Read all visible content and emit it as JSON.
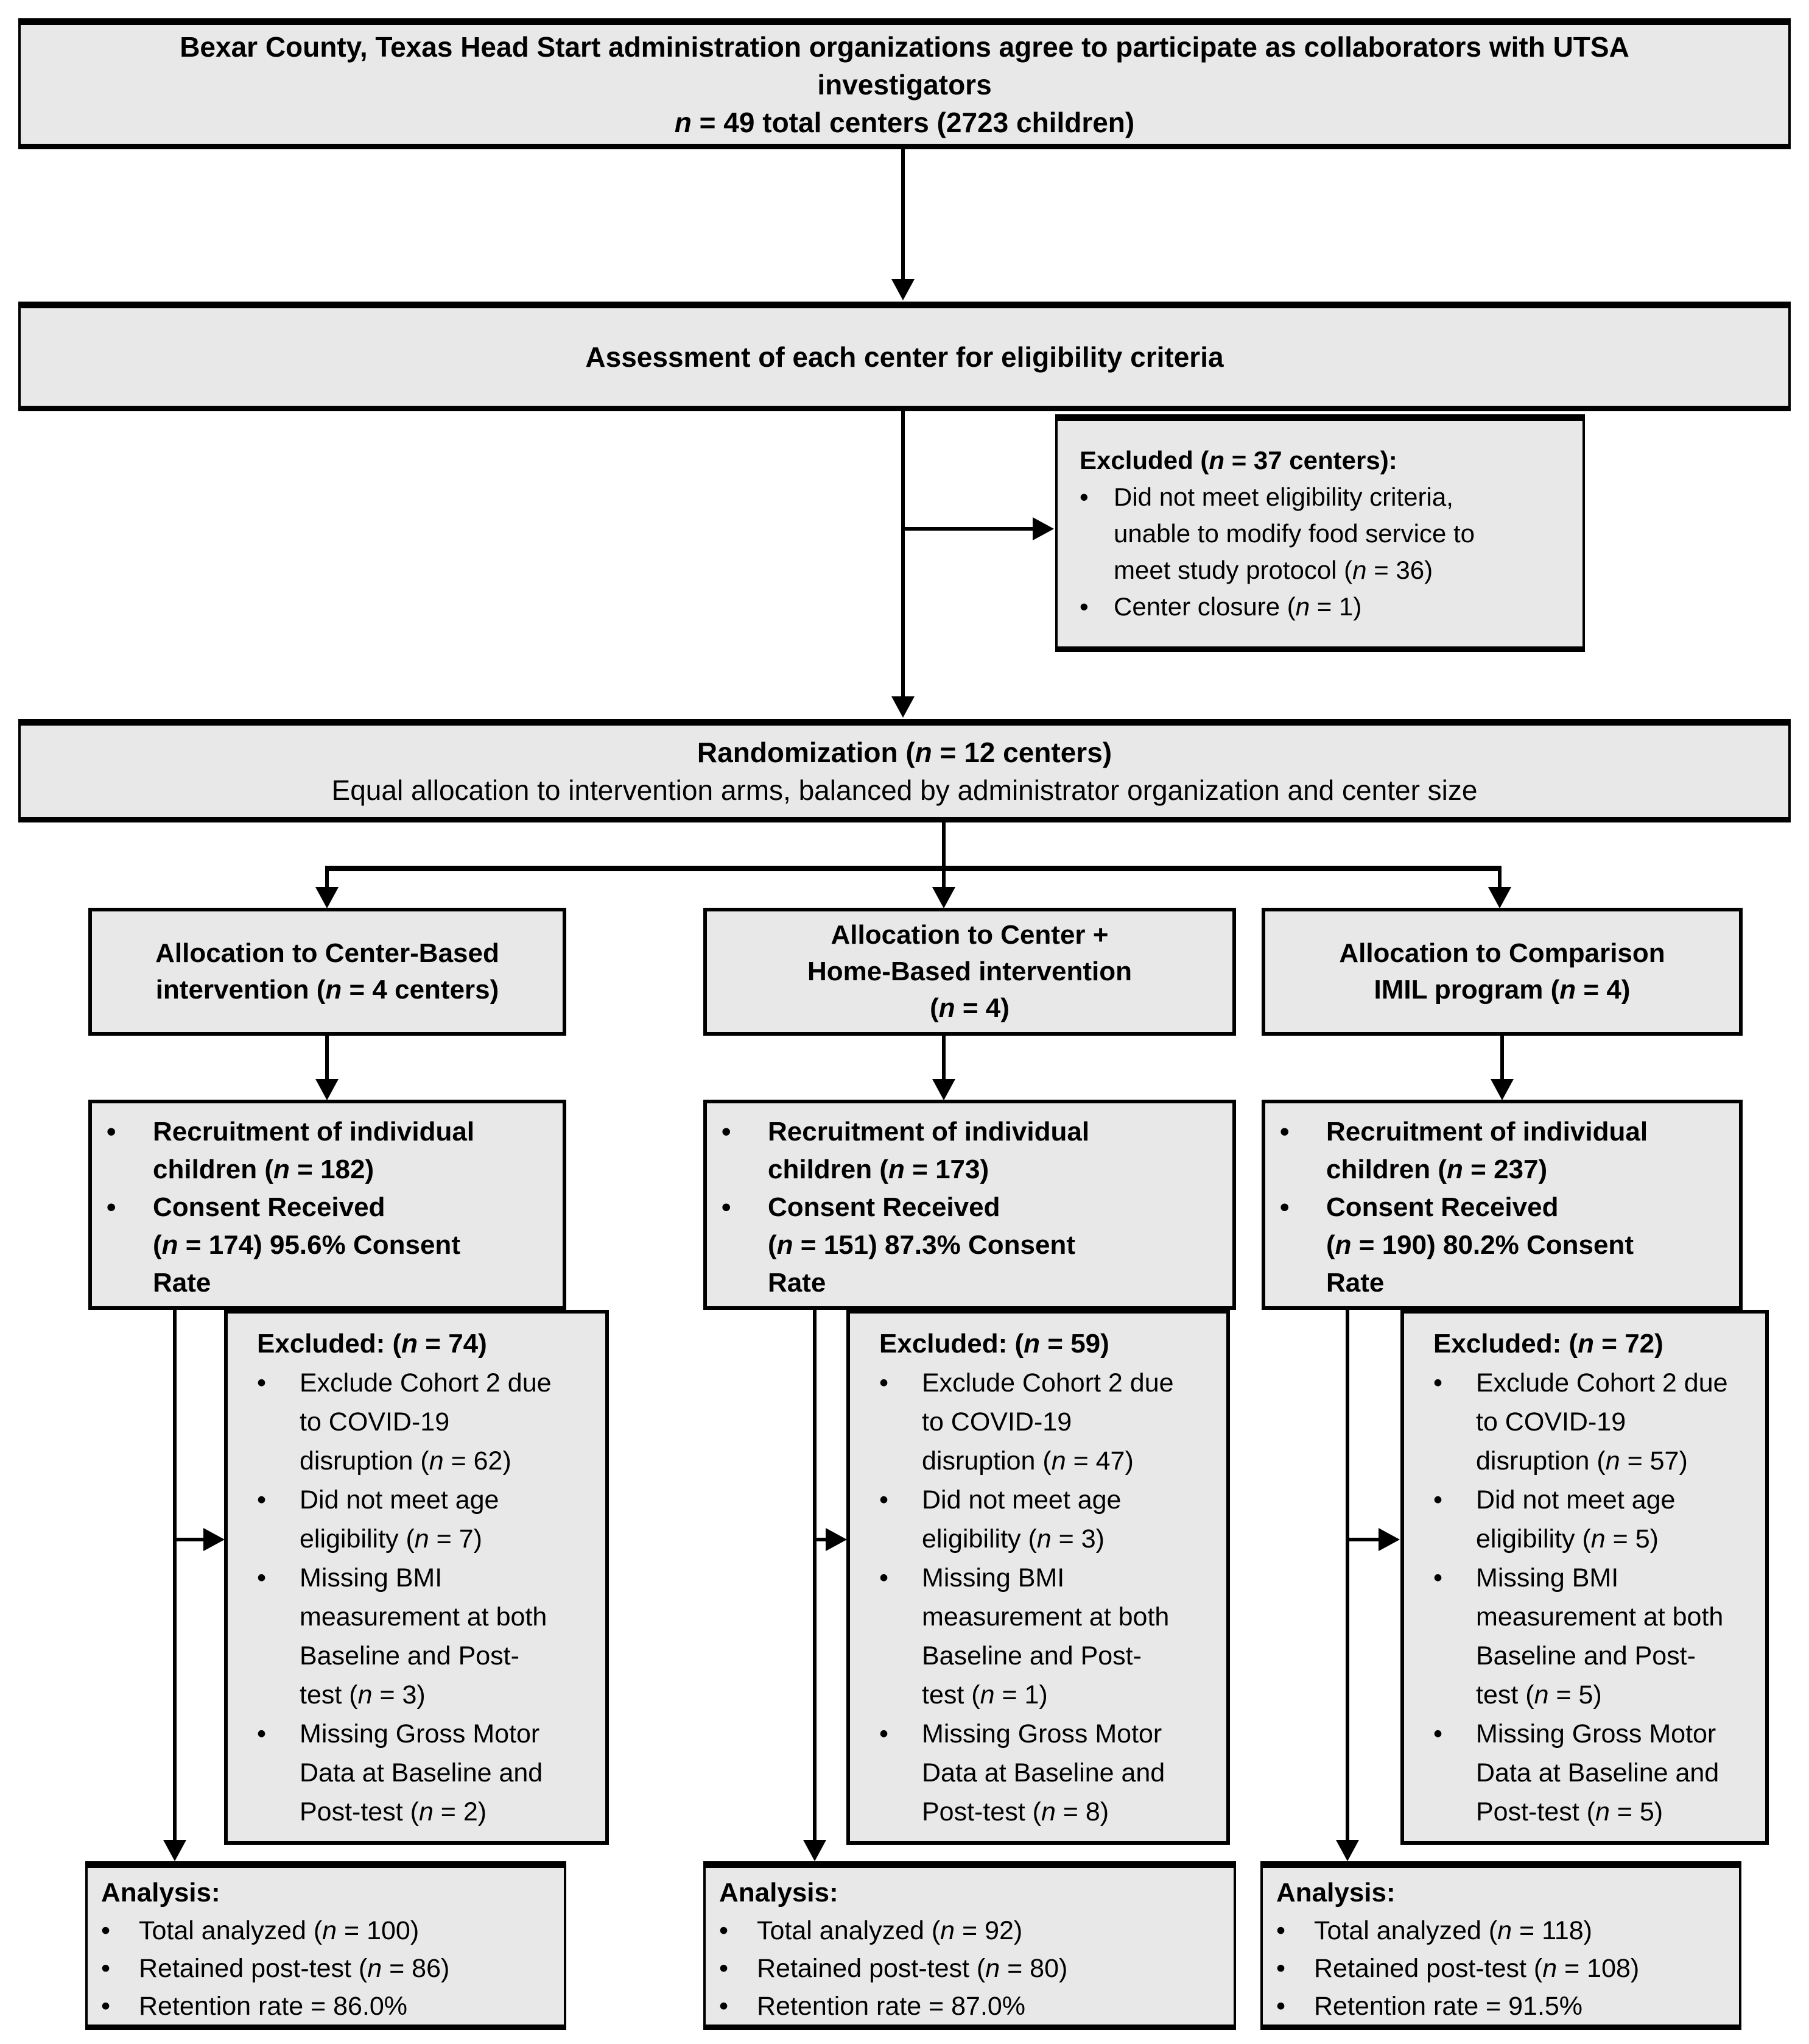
{
  "bullet_char": "•",
  "colors": {
    "box_fill": "#e8e8e8",
    "border": "#000000",
    "background": "#ffffff",
    "text": "#000000"
  },
  "top_box": {
    "line1": "Bexar County, Texas Head Start administration organizations agree to participate as collaborators with UTSA\ninvestigators",
    "line2": "n = 49 total centers (2723 children)"
  },
  "assessment_box": {
    "text": "Assessment of each center for eligibility criteria"
  },
  "excluded_centers_box": {
    "title": "Excluded (n = 37 centers):",
    "bullets": [
      "Did not meet eligibility criteria,\nunable to modify food service to\nmeet study protocol (n = 36)",
      "Center closure (n = 1)"
    ]
  },
  "randomization_box": {
    "line1": "Randomization (n = 12 centers)",
    "line2": "Equal allocation to intervention arms, balanced by administrator organization and center size"
  },
  "columns": [
    {
      "allocation": "Allocation to Center-Based\nintervention (n = 4 centers)",
      "recruitment_bullets": [
        "Recruitment of individual\nchildren (n = 182)",
        "Consent Received\n(n = 174) 95.6% Consent\nRate"
      ],
      "excluded_title": "Excluded: (n = 74)",
      "excluded_bullets": [
        "Exclude Cohort 2 due\nto COVID-19\ndisruption (n = 62)",
        "Did not meet age\neligibility (n = 7)",
        "Missing BMI\nmeasurement at both\nBaseline and Post-\ntest (n = 3)",
        "Missing Gross Motor\nData at Baseline and\nPost-test (n = 2)"
      ],
      "analysis_title": "Analysis:",
      "analysis_bullets": [
        "Total analyzed (n = 100)",
        "Retained post-test (n = 86)",
        "Retention rate = 86.0%"
      ]
    },
    {
      "allocation": "Allocation to Center +\nHome-Based intervention\n(n = 4)",
      "recruitment_bullets": [
        "Recruitment of individual\nchildren (n = 173)",
        "Consent Received\n(n = 151) 87.3% Consent\nRate"
      ],
      "excluded_title": "Excluded: (n = 59)",
      "excluded_bullets": [
        "Exclude Cohort 2 due\nto COVID-19\ndisruption (n = 47)",
        "Did not meet age\neligibility (n = 3)",
        "Missing BMI\nmeasurement at both\nBaseline and Post-\ntest (n = 1)",
        "Missing Gross Motor\nData at Baseline and\nPost-test (n = 8)"
      ],
      "analysis_title": "Analysis:",
      "analysis_bullets": [
        "Total analyzed (n = 92)",
        "Retained post-test (n = 80)",
        "Retention rate = 87.0%"
      ]
    },
    {
      "allocation": "Allocation to Comparison\nIMIL program (n = 4)",
      "recruitment_bullets": [
        "Recruitment of individual\nchildren (n = 237)",
        "Consent Received\n(n = 190) 80.2% Consent\nRate"
      ],
      "excluded_title": "Excluded: (n = 72)",
      "excluded_bullets": [
        "Exclude Cohort 2 due\nto COVID-19\ndisruption (n = 57)",
        "Did not meet age\neligibility (n = 5)",
        "Missing BMI\nmeasurement at both\nBaseline and Post-\ntest (n = 5)",
        "Missing Gross Motor\nData at Baseline and\nPost-test (n = 5)"
      ],
      "analysis_title": "Analysis:",
      "analysis_bullets": [
        "Total analyzed (n = 118)",
        "Retained post-test (n = 108)",
        "Retention rate = 91.5%"
      ]
    }
  ]
}
